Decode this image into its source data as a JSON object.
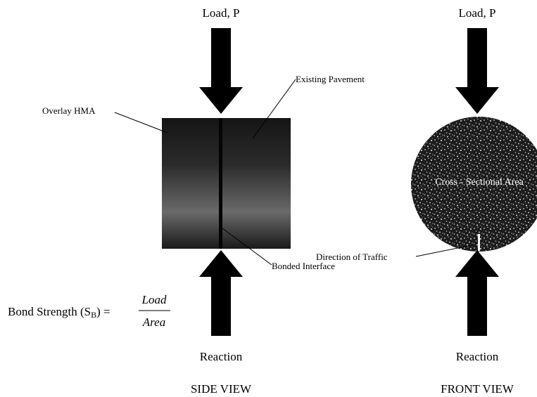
{
  "side_view": {
    "load_label": "Load, P",
    "reaction_label": "Reaction",
    "overlay_label": "Overlay HMA",
    "existing_label": "Existing Pavement",
    "interface_label": "Bonded Interface",
    "view_title": "SIDE VIEW"
  },
  "front_view": {
    "load_label": "Load, P",
    "reaction_label": "Reaction",
    "cross_section_label": "Cross - Sectional Area",
    "traffic_label": "Direction of Traffic",
    "view_title": "FRONT VIEW"
  },
  "formula": {
    "lhs": "Bond Strength (S",
    "subscript": "B",
    "rhs_close": ") =",
    "numerator": "Load",
    "denominator": "Area"
  },
  "colors": {
    "arrow": "#000000",
    "specimen_dark": "#141414",
    "specimen_mid": "#5a5a5a",
    "background": "#ffffff"
  }
}
